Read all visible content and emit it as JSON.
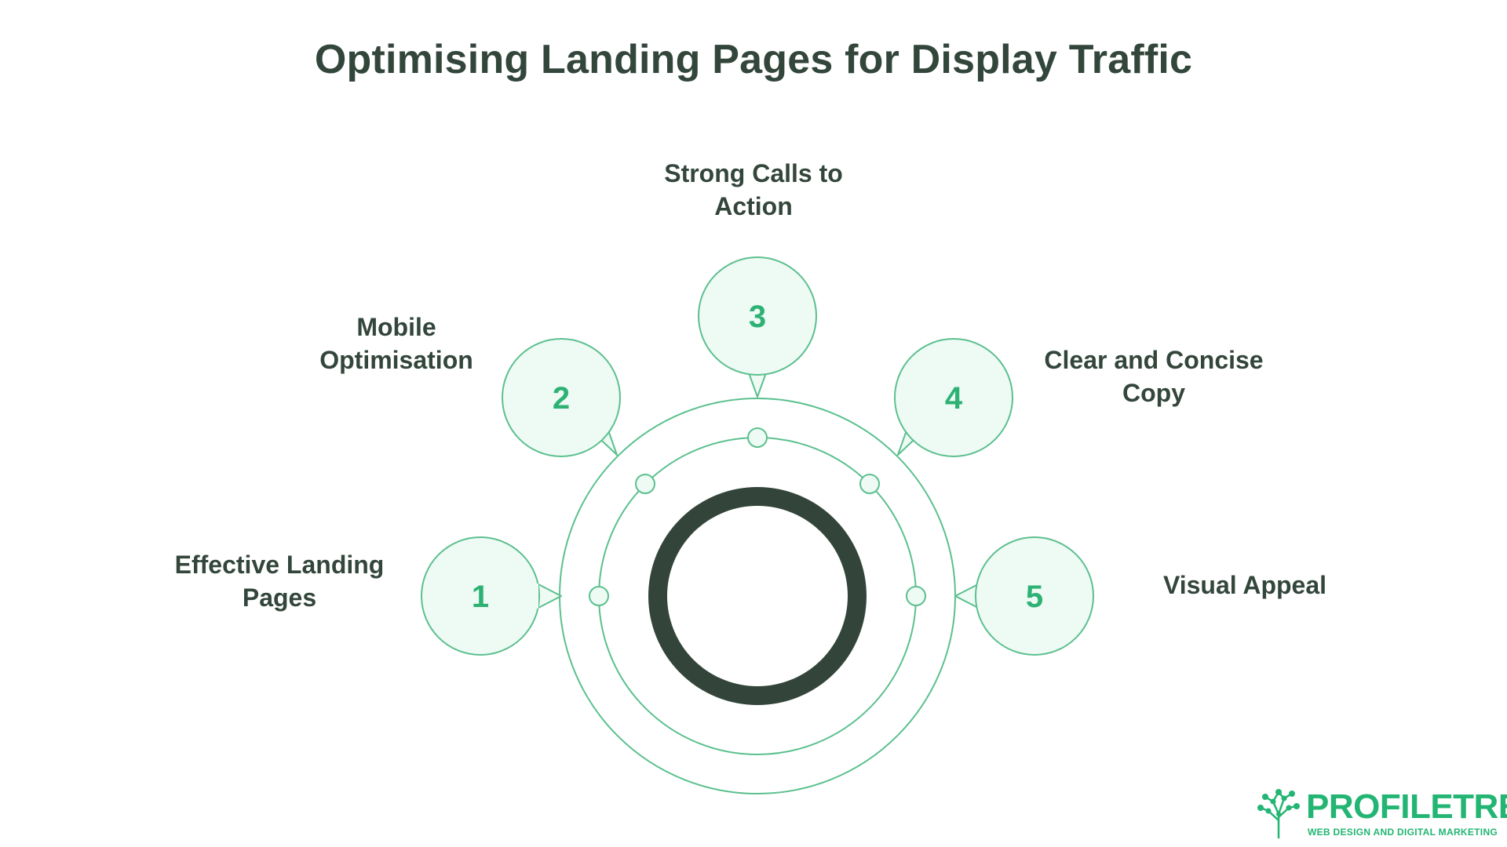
{
  "title": "Optimising Landing Pages for Display Traffic",
  "steps": [
    {
      "number": "1",
      "label_lines": [
        "Effective Landing",
        "Pages"
      ]
    },
    {
      "number": "2",
      "label_lines": [
        "Mobile",
        "Optimisation"
      ]
    },
    {
      "number": "3",
      "label_lines": [
        "Strong Calls to",
        "Action"
      ]
    },
    {
      "number": "4",
      "label_lines": [
        "Clear and Concise",
        "Copy"
      ]
    },
    {
      "number": "5",
      "label_lines": [
        "Visual Appeal"
      ]
    }
  ],
  "logo": {
    "name": "PROFILETREE",
    "tagline": "WEB DESIGN AND DIGITAL MARKETING"
  },
  "colors": {
    "accent": "#2db274",
    "bubble_fill": "#eefaf4",
    "ring_stroke": "#5cc08f",
    "core_ring": "#33453a",
    "text": "#33463b"
  }
}
